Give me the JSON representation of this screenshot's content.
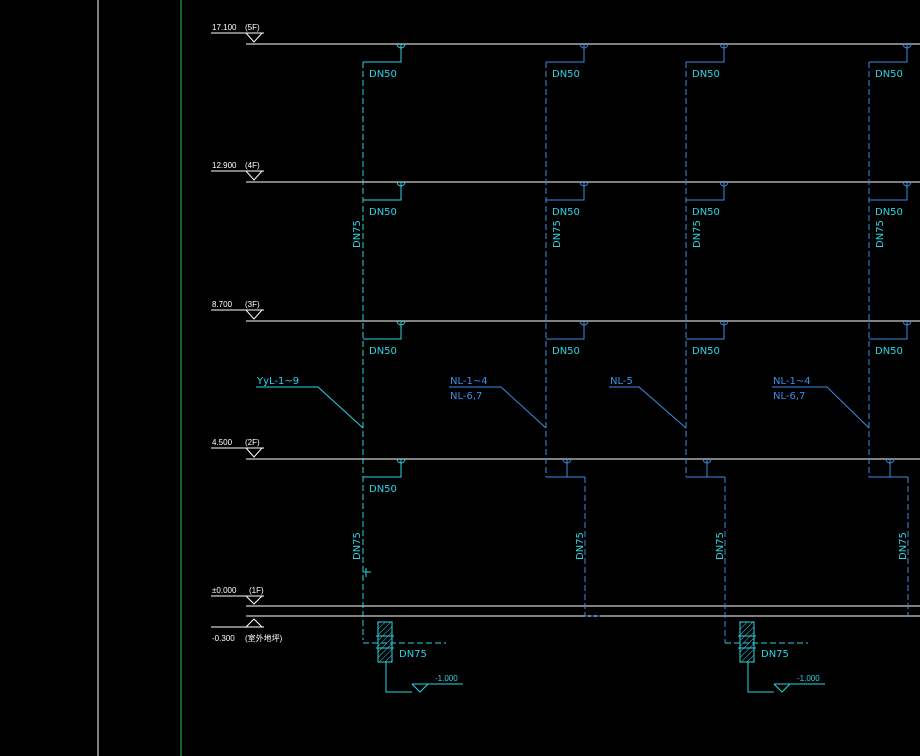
{
  "colors": {
    "background": "#000000",
    "floor_line": "#ffffff",
    "cyan_pipe": "#2bd6e6",
    "blue_pipe": "#3a8ee6",
    "green_border": "#37c837",
    "white_border": "#ffffff"
  },
  "levels": [
    {
      "elev": "17.100",
      "floor": "(5F)"
    },
    {
      "elev": "12.900",
      "floor": "(4F)"
    },
    {
      "elev": "8.700",
      "floor": "(3F)"
    },
    {
      "elev": "4.500",
      "floor": "(2F)"
    },
    {
      "elev": "±0.000",
      "floor": "(1F)"
    }
  ],
  "outdoor": {
    "elev": "-0.300",
    "note": "(室外地坪)"
  },
  "pipe_labels": {
    "dn50": "DN50",
    "dn75": "DN75"
  },
  "risers": {
    "yyl": "YyL-1~9",
    "nl14_a": "NL-1~4",
    "nl67_a": "NL-6,7",
    "nl5": "NL-5",
    "nl14_b": "NL-1~4",
    "nl67_b": "NL-6,7"
  },
  "outlets": [
    {
      "dn": "DN75",
      "elev": "-1.000"
    },
    {
      "dn": "DN75",
      "elev": "-1.000"
    }
  ]
}
